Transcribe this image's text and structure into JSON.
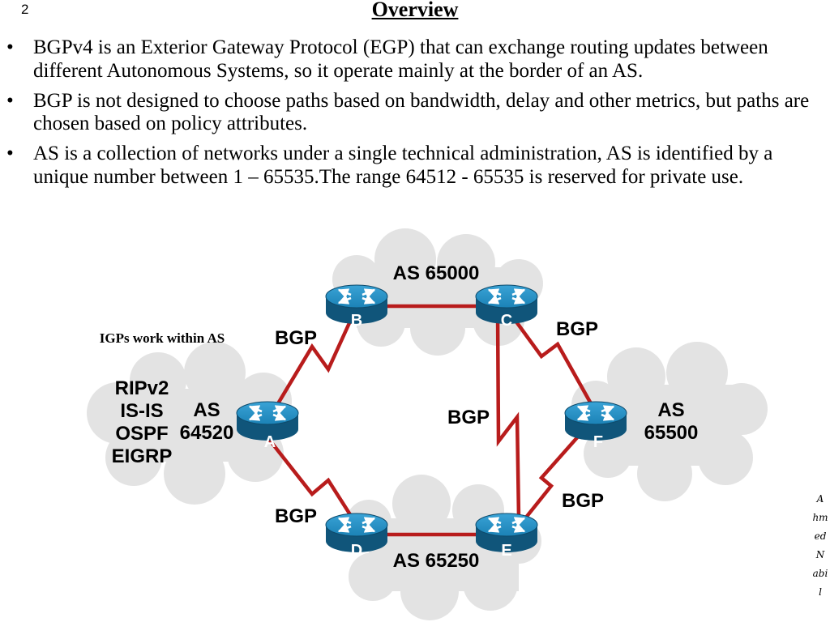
{
  "slide": {
    "number": "2",
    "title": "Overview"
  },
  "bullets": [
    "BGPv4 is an Exterior Gateway Protocol (EGP) that can exchange routing updates between different Autonomous Systems, so it operate mainly at the border of  an AS.",
    "BGP is not designed to choose paths based on bandwidth, delay and other metrics, but paths are chosen based on policy attributes.",
    "AS is a collection of networks under a single technical administration, AS is identified by a unique number between 1 – 65535.The range 64512 - 65535 is reserved for private use."
  ],
  "bullet_symbol": "•",
  "diagram": {
    "igp_note": "IGPs work within AS",
    "igps": [
      "RIPv2",
      "IS-IS",
      "OSPF",
      "EIGRP"
    ],
    "as_labels": {
      "top": "AS 65000",
      "left_1": "AS",
      "left_2": "64520",
      "right_1": "AS",
      "right_2": "65500",
      "bottom": "AS 65250"
    },
    "routers": [
      "A",
      "B",
      "C",
      "D",
      "E",
      "F"
    ],
    "bgp_label": "BGP",
    "colors": {
      "router": "#1b82b6",
      "router_dark": "#10557a",
      "link": "#b81c1c",
      "cloud": "#e3e3e3"
    }
  },
  "author": [
    "A",
    "hm",
    "ed",
    "N",
    "abi",
    "l"
  ]
}
